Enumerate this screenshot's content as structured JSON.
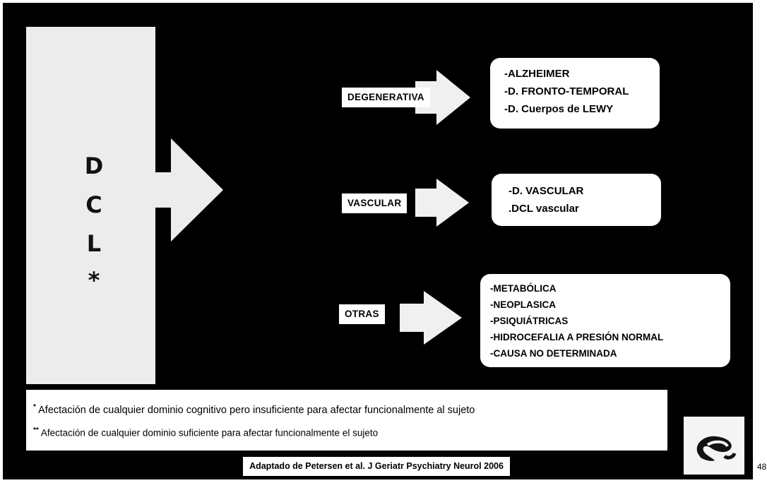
{
  "main_letters": [
    "D",
    "C",
    "L",
    "*"
  ],
  "categories": [
    {
      "label": "DEGENERATIVA",
      "items": [
        "-ALZHEIMER",
        "-D. FRONTO-TEMPORAL",
        "-D. Cuerpos de LEWY"
      ]
    },
    {
      "label": "VASCULAR",
      "items": [
        "-D. VASCULAR",
        ".DCL vascular"
      ]
    },
    {
      "label": "OTRAS",
      "items": [
        "-METABÓLICA",
        "-NEOPLASICA",
        "-PSIQUIÁTRICAS",
        "-HIDROCEFALIA A PRESIÓN NORMAL",
        "-CAUSA NO DETERMINADA"
      ]
    }
  ],
  "footnotes": {
    "single_marker": "*",
    "single_text": "Afectación de cualquier dominio cognitivo pero insuficiente para afectar funcionalmente al sujeto",
    "double_marker": "**",
    "double_text": "Afectación de cualquier dominio suficiente para afectar funcionalmente el sujeto"
  },
  "source": "Adaptado de Petersen et al. J Geriatr Psychiatry Neurol 2006",
  "page_number": "48",
  "colors": {
    "background": "#000000",
    "panel": "#ffffff",
    "text": "#000000"
  }
}
